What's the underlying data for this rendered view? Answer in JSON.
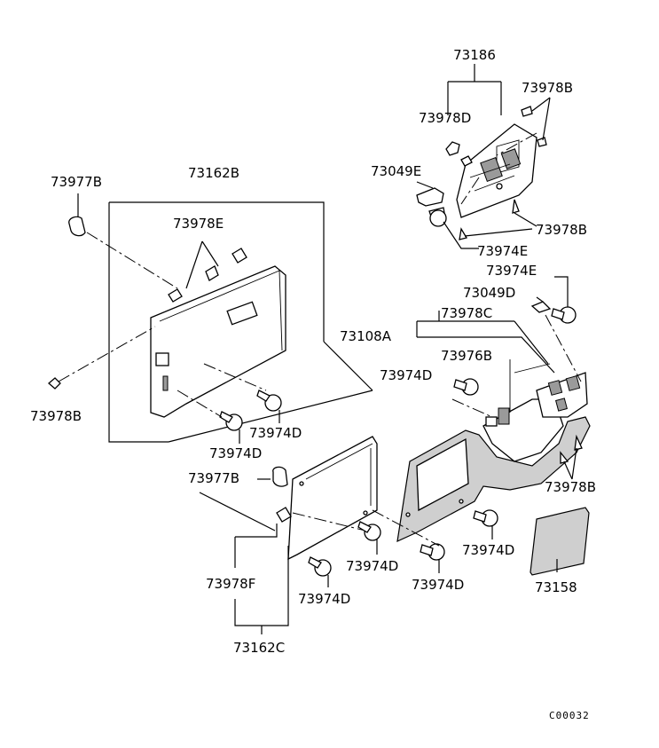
{
  "diagram": {
    "part_labels": {
      "p73186": "73186",
      "p73978B_top": "73978B",
      "p73978D": "73978D",
      "p73049E": "73049E",
      "p73978B_upper_right": "73978B",
      "p73974E_upper": "73974E",
      "p73974E_right": "73974E",
      "p73049D": "73049D",
      "p73978C": "73978C",
      "p73108A": "73108A",
      "p73976B": "73976B",
      "p73974D_mid": "73974D",
      "p73977B_top": "73977B",
      "p73162B": "73162B",
      "p73978E": "73978E",
      "p73978B_left": "73978B",
      "p73974D_a": "73974D",
      "p73974D_b": "73974D",
      "p73977B_mid": "73977B",
      "p73978B_right": "73978B",
      "p73974D_c": "73974D",
      "p73974D_d": "73974D",
      "p73974D_e": "73974D",
      "p73974D_f": "73974D",
      "p73158": "73158",
      "p73978F": "73978F",
      "p73162C": "73162C"
    },
    "figure_code": "C00032"
  }
}
